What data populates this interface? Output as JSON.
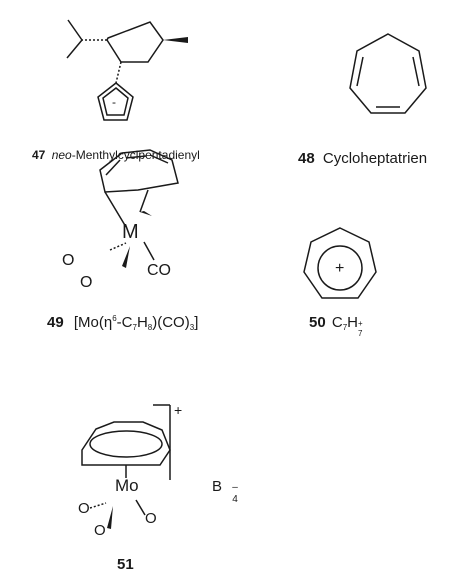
{
  "compounds": [
    {
      "number": "47",
      "name_italic": "neo",
      "name_rest": "-Menthylcyclpentadienyl",
      "charge": "-"
    },
    {
      "number": "48",
      "name": "Cycloheptatrien"
    },
    {
      "number": "49",
      "formula_parts": [
        "[Mo(η",
        "6",
        "-C",
        "7",
        "H",
        "8",
        ")(CO)",
        "3",
        "]"
      ],
      "atoms": {
        "metal": "M",
        "carbonyl_1": "O",
        "carbonyl_2": "O",
        "carbonyl_3": "CO"
      }
    },
    {
      "number": "50",
      "formula_parts": [
        "C",
        "7",
        "H",
        "+",
        "7"
      ],
      "charge": "+"
    },
    {
      "number": "51",
      "charge": "+",
      "counterion": [
        "B",
        "–",
        "4"
      ],
      "atoms": {
        "metal": "Mo",
        "o1": "O",
        "o2": "O",
        "o3": "O"
      }
    }
  ]
}
